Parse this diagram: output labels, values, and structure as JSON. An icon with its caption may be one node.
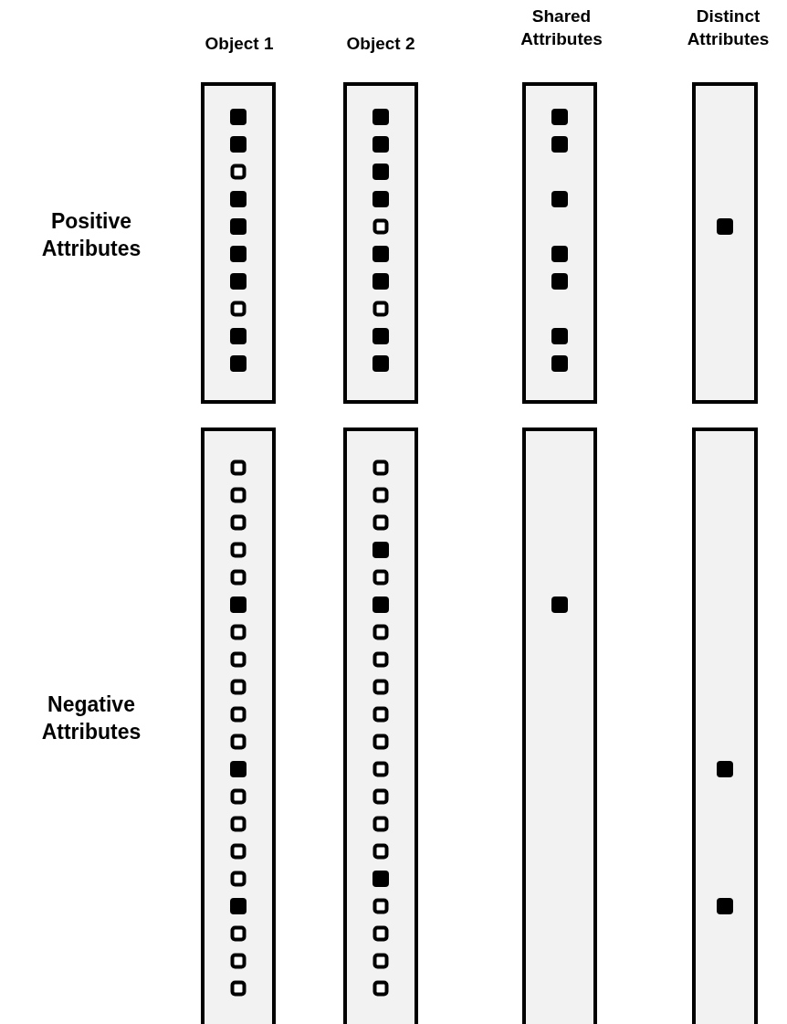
{
  "diagram": {
    "labels": [
      "Object 1",
      "Object 2",
      "Shared Attributes",
      "Distinct Attributes",
      "Positive Attributes",
      "Negative Attributes"
    ]
  }
}
